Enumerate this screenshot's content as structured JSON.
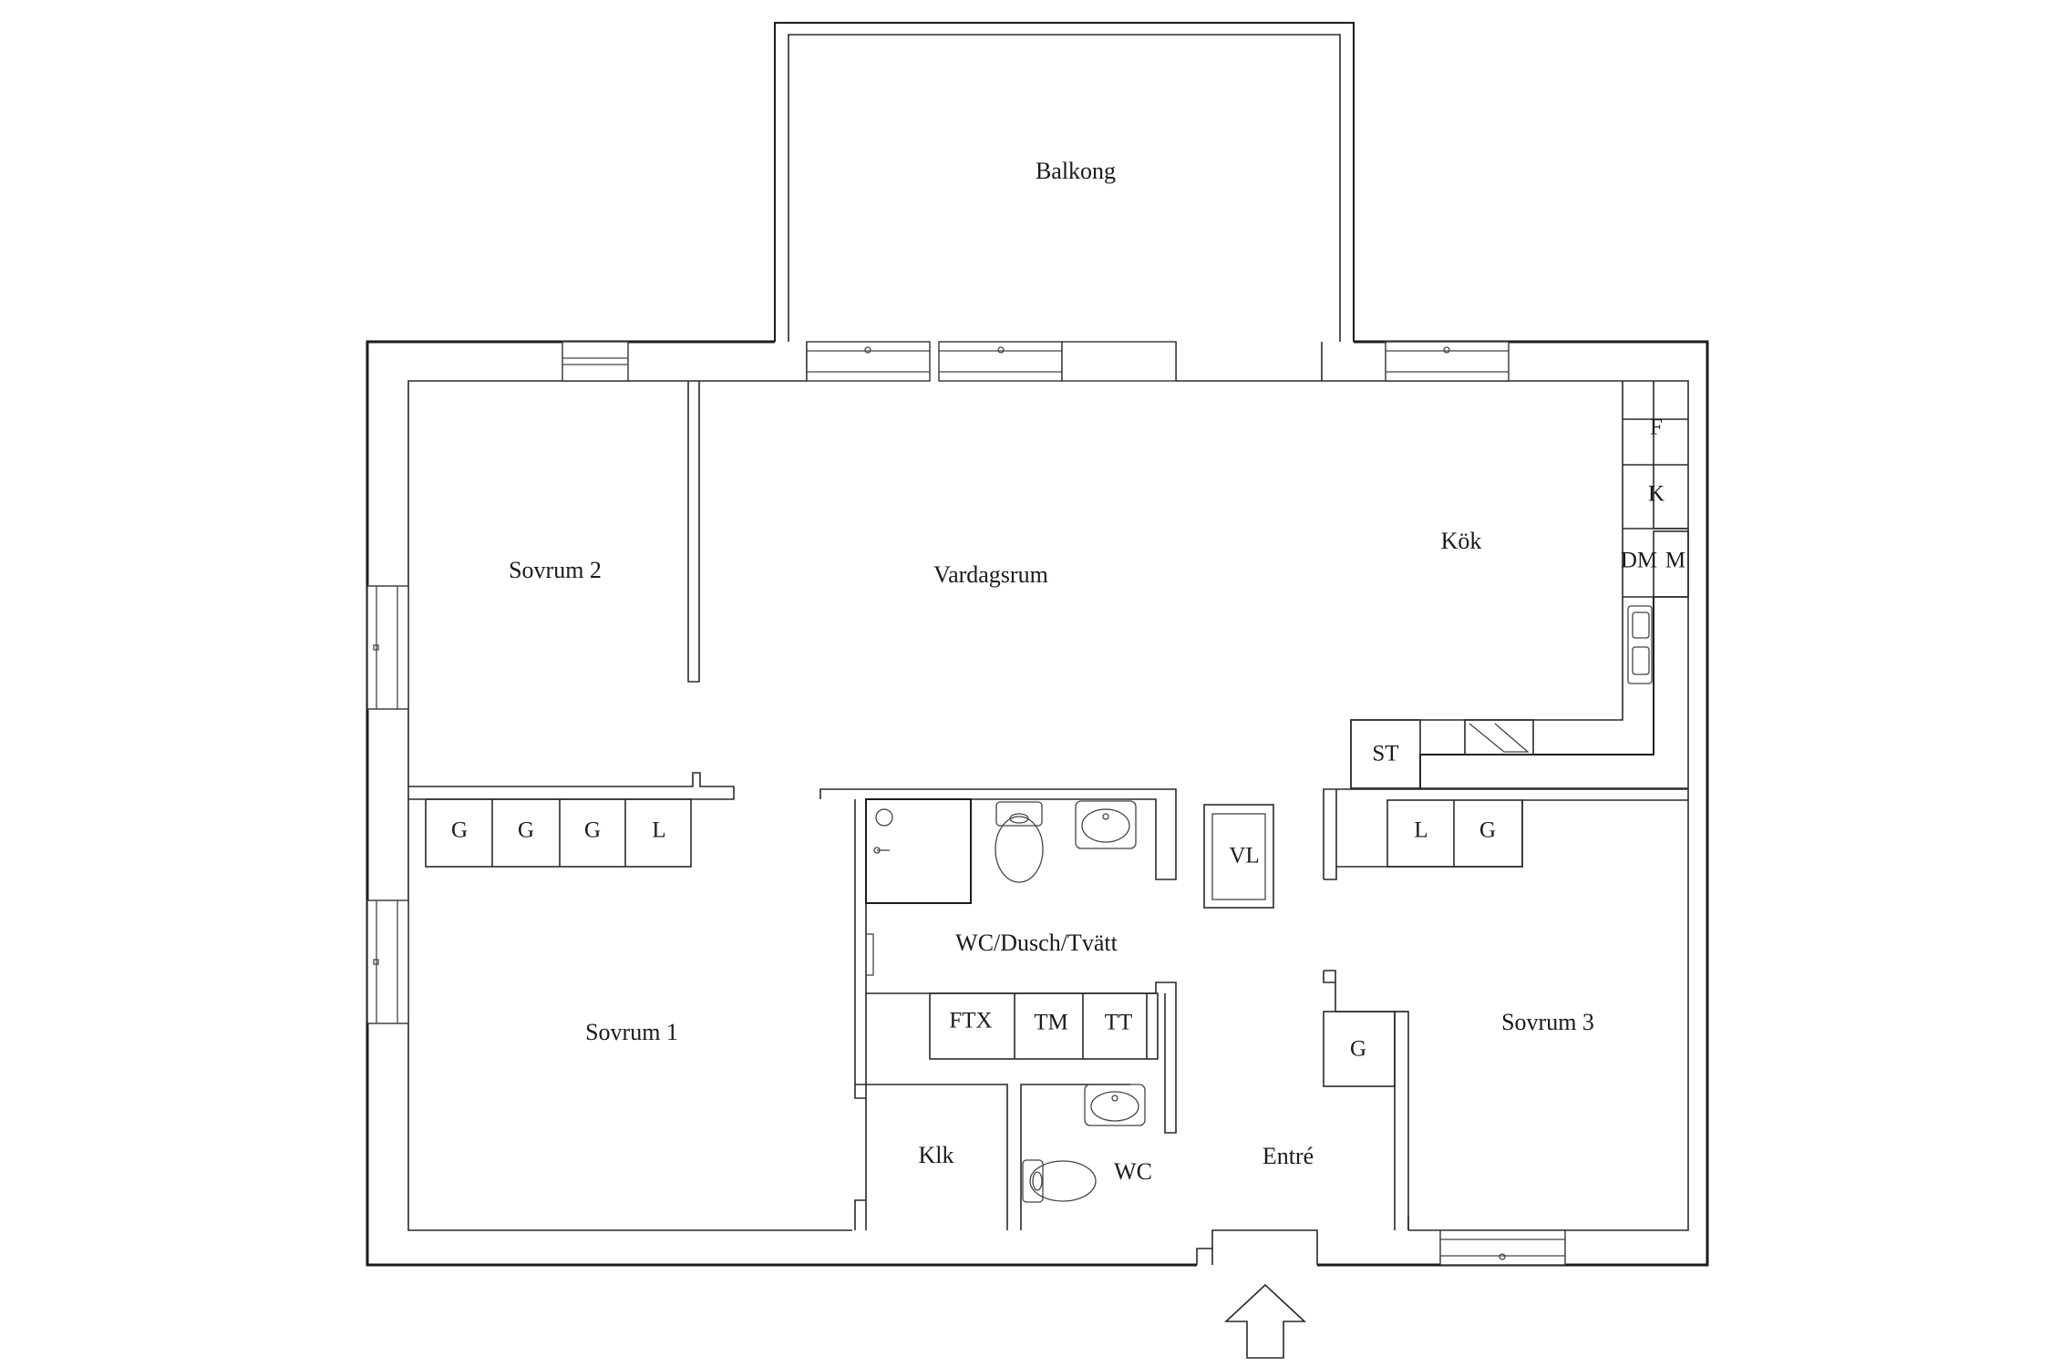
{
  "rooms": {
    "balkong": "Balkong",
    "vardagsrum": "Vardagsrum",
    "kok": "Kök",
    "sovrum2": "Sovrum 2",
    "sovrum1": "Sovrum 1",
    "sovrum3": "Sovrum 3",
    "wc_dusch_tvatt": "WC/Dusch/Tvätt",
    "klk": "Klk",
    "wc": "WC",
    "entre": "Entré"
  },
  "fixtures": {
    "f": "F",
    "k": "K",
    "dm": "DM",
    "m": "M",
    "st": "ST",
    "vl": "VL",
    "ftx": "FTX",
    "tm": "TM",
    "tt": "TT",
    "wardrobe_s1_a": "G",
    "wardrobe_s1_b": "G",
    "wardrobe_s1_c": "G",
    "linen_s1": "L",
    "linen_hall": "L",
    "wardrobe_hall": "G",
    "wardrobe_s3": "G"
  },
  "icons": {
    "entrance": "entrance-arrow-icon",
    "toilet": "toilet-icon",
    "sink": "sink-icon",
    "shower": "shower-icon",
    "kitchen_sink": "kitchen-sink-icon",
    "window": "window-icon"
  },
  "colors": {
    "wall": "#1c1c1c",
    "background": "#ffffff"
  }
}
